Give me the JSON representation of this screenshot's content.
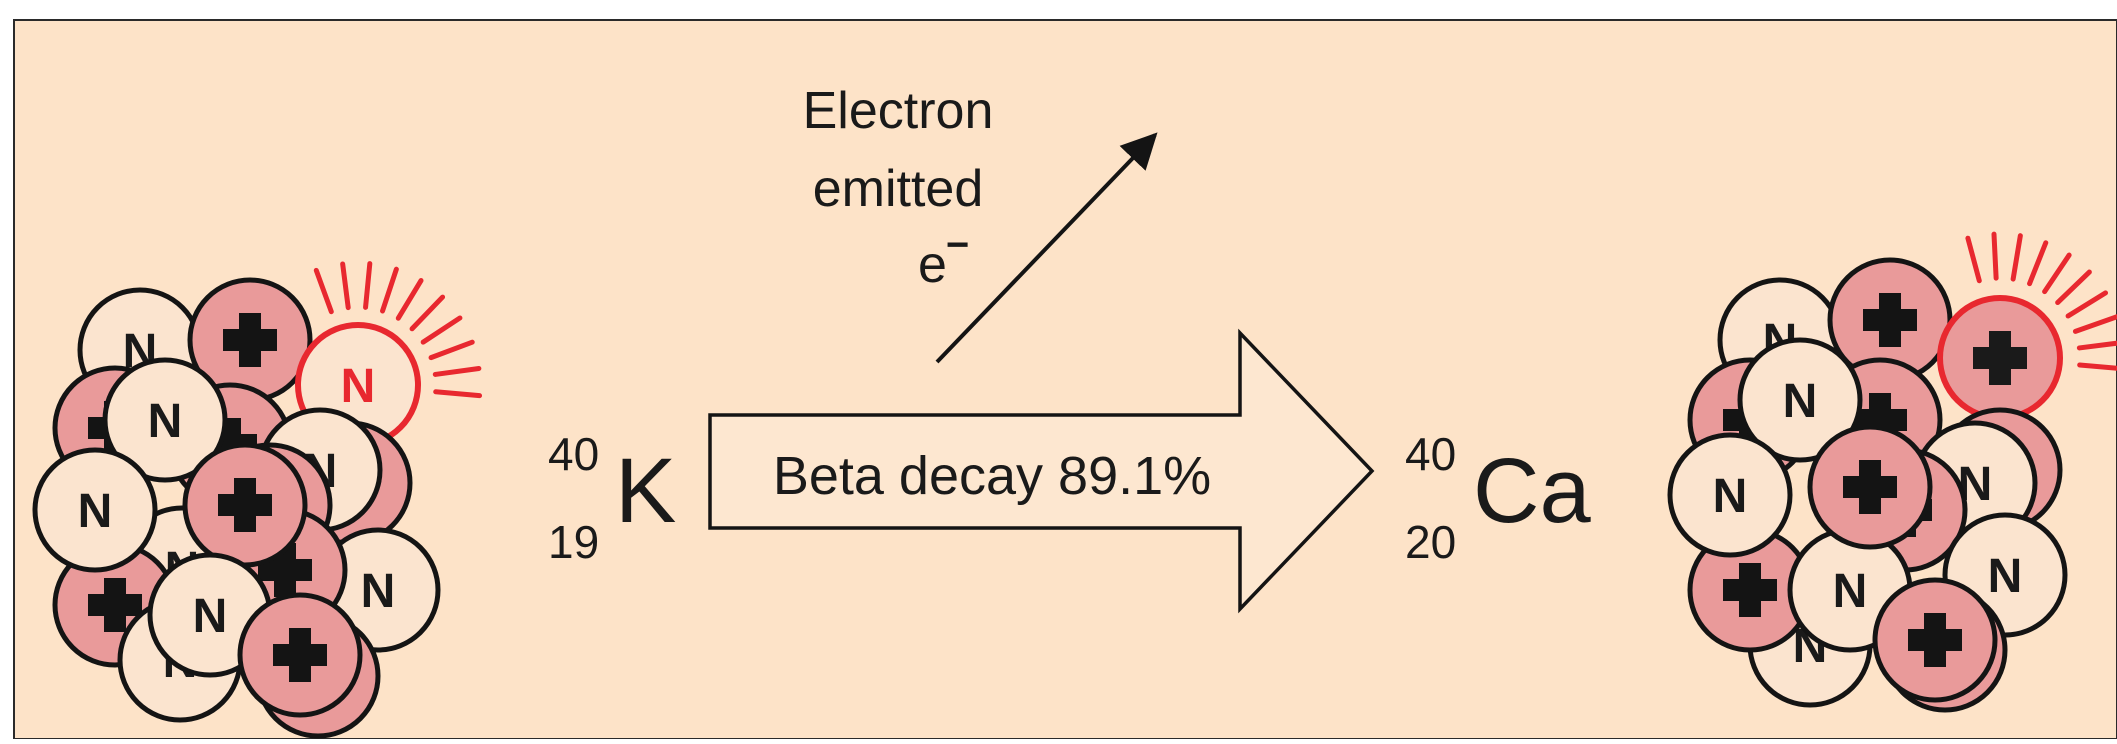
{
  "colors": {
    "background": "#fde3c8",
    "frame": "#2a2a2a",
    "proton_fill": "#e99a9a",
    "neutron_fill": "#fbe4cf",
    "outline": "#141414",
    "highlight": "#e8282f",
    "arrow_fill": "#fde7d0"
  },
  "electron_label": {
    "line1": "Electron",
    "line2": "emitted",
    "symbol": "e",
    "charge": "−"
  },
  "parent_isotope": {
    "mass": "40",
    "atomic": "19",
    "symbol": "K"
  },
  "daughter_isotope": {
    "mass": "40",
    "atomic": "20",
    "symbol": "Ca"
  },
  "decay_arrow": {
    "label": "Beta decay 89.1%"
  },
  "nucleon_labels": {
    "neutron": "N",
    "proton": "+"
  }
}
